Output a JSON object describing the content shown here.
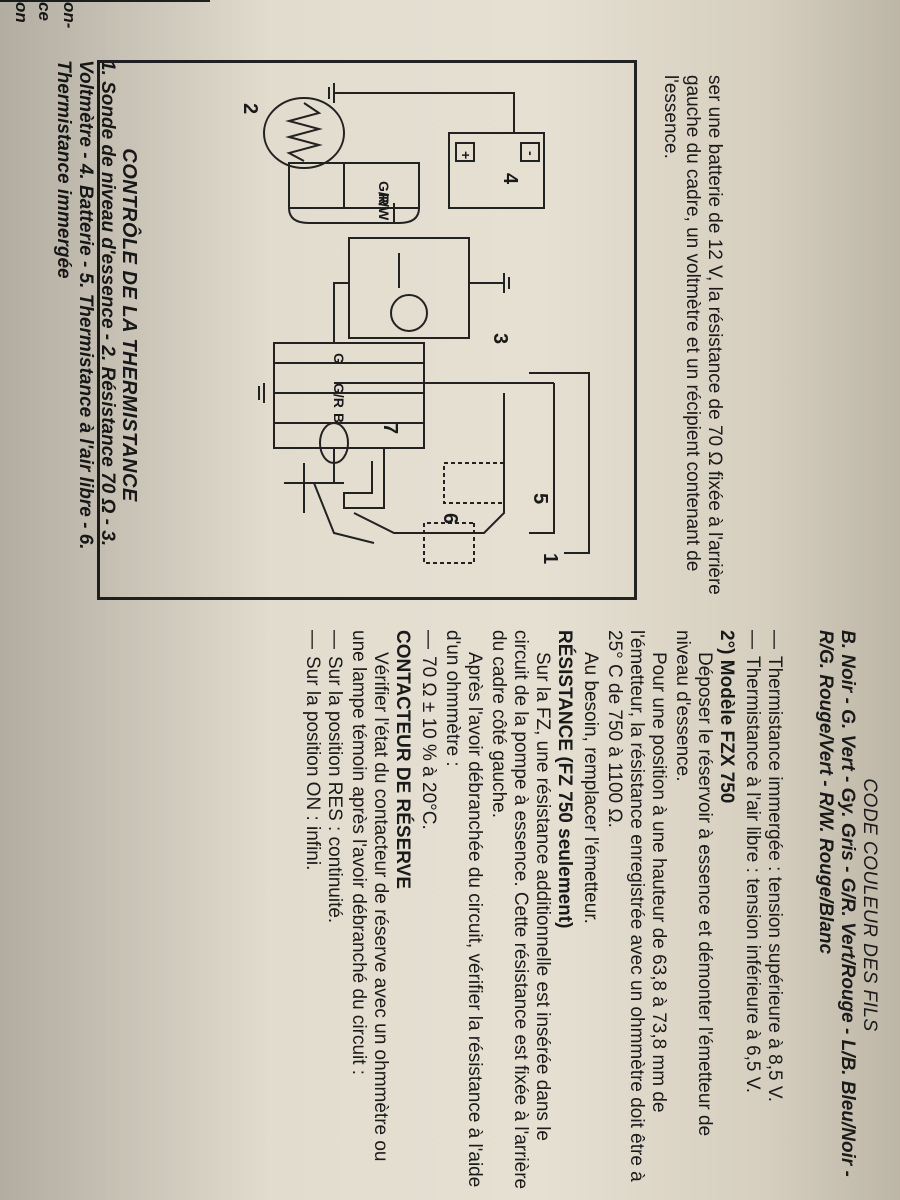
{
  "sidebar_cut": [
    "on-",
    "ce",
    "on"
  ],
  "caption": {
    "title": "CONTRÔLE DE LA THERMISTANCE",
    "text": "1. Sonde de niveau d'essence - 2. Résistance 70 Ω - 3. Voltmètre - 4. Batterie - 5. Thermistance à l'air libre - 6. Thermistance immergée"
  },
  "intro_text": "ser une batterie de 12 V, la résistance de 70 Ω fixée à l'arrière gauche du cadre, un voltmètre et un récipient contenant de l'essence.",
  "diagram": {
    "labels": {
      "n1": "1",
      "n2": "2",
      "n3": "3",
      "n4": "4",
      "n5": "5",
      "n6": "6",
      "n7": "7",
      "gr_top": "G/R",
      "rw": "R/W",
      "g": "G",
      "gr": "G/R",
      "b": "B",
      "minus": "-",
      "plus": "+"
    }
  },
  "color_code": {
    "title": "CODE COULEUR DES FILS",
    "list": "B. Noir - G. Vert - Gy. Gris - G/R. Vert/Rouge - L/B. Bleu/Noir - R/G. Rouge/Vert - R/W. Rouge/Blanc"
  },
  "right": {
    "bullets_top": [
      "Thermistance immergée : tension supérieure à 8,5 V.",
      "Thermistance à l'air libre : tension inférieure à 6,5 V."
    ],
    "model_heading": "2°) Modèle FZX 750",
    "p1": "Déposer le réservoir à essence et démonter l'émetteur de niveau d'essence.",
    "p2": "Pour une position à une hauteur de 63,8 à 73,8 mm de l'émetteur, la résistance enregistrée avec un ohmmètre doit être à 25° C de 750 à 1100 Ω.",
    "p3": "Au besoin, remplacer l'émetteur.",
    "res_heading": "RÉSISTANCE (FZ 750 seulement)",
    "p4": "Sur la FZ, une résistance additionnelle est insérée dans le circuit de la pompe à essence. Cette résistance est fixée à l'arrière du cadre côté gauche.",
    "p5": "Après l'avoir débranchée du circuit, vérifier la résistance à l'aide d'un ohmmètre :",
    "bullet_res": "70 Ω ± 10 % à 20°C.",
    "contact_heading": "CONTACTEUR DE RÉSERVE",
    "p6": "Vérifier l'état du contacteur de réserve avec un ohmmètre ou une lampe témoin après l'avoir débranché du circuit :",
    "bullets_bottom": [
      "Sur la position RES : continuité.",
      "Sur la position ON : infini."
    ]
  }
}
